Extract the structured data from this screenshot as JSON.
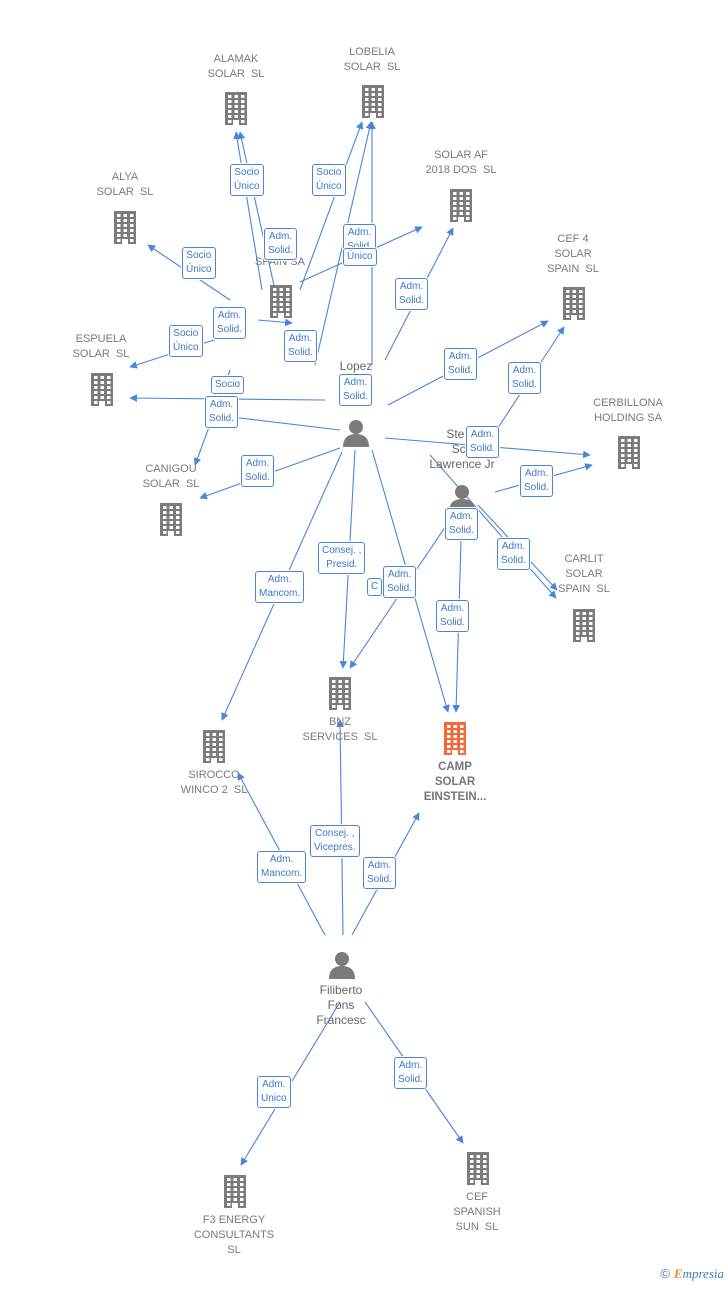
{
  "colors": {
    "edge": "#4a86d8",
    "building": "#7b7b7b",
    "focus": "#f26a3a",
    "person": "#7b7b7b",
    "label_text": "#3d78c9"
  },
  "nodes": [
    {
      "id": "alamak",
      "label": "ALAMAK\nSOLAR  SL",
      "kind": "building-icon"
    },
    {
      "id": "lobelia",
      "label": "LOBELIA\nSOLAR  SL",
      "kind": "building-icon"
    },
    {
      "id": "solaraf",
      "label": "SOLAR AF\n2018 DOS  SL",
      "kind": "building-icon"
    },
    {
      "id": "alya",
      "label": "ALYA\nSOLAR  SL",
      "kind": "building-icon"
    },
    {
      "id": "cef4",
      "label": "CEF 4\nSOLAR\nSPAIN  SL",
      "kind": "building-icon"
    },
    {
      "id": "ener",
      "label": "EN\nSPAIN SA",
      "kind": "building-icon"
    },
    {
      "id": "espuela",
      "label": "ESPUELA\nSOLAR  SL",
      "kind": "building-icon"
    },
    {
      "id": "cerbillona",
      "label": "CERBILLONA\nHOLDING SA",
      "kind": "building-icon"
    },
    {
      "id": "canigou",
      "label": "CANIGOU\nSOLAR  SL",
      "kind": "building-icon"
    },
    {
      "id": "lopez",
      "label": "Lopez\nFra",
      "kind": "person-icon"
    },
    {
      "id": "stephen",
      "label": "Steph\nSco\nLawrence Jr",
      "kind": "person-icon"
    },
    {
      "id": "carlit",
      "label": "CARLIT\nSOLAR\nSPAIN  SL",
      "kind": "building-icon"
    },
    {
      "id": "bnz",
      "label": "BNZ\nSERVICES  SL",
      "kind": "building-icon"
    },
    {
      "id": "camp",
      "label": "CAMP\nSOLAR\nEINSTEIN...",
      "kind": "building-icon"
    },
    {
      "id": "sirocco",
      "label": "SIROCCO\nWINCO 2  SL",
      "kind": "building-icon"
    },
    {
      "id": "filiberto",
      "label": "Filiberto\nFons\nFrancesc",
      "kind": "person-icon"
    },
    {
      "id": "f3",
      "label": "F3 ENERGY\nCONSULTANTS\nSL",
      "kind": "building-icon"
    },
    {
      "id": "cefspanish",
      "label": "CEF\nSPANISH\nSUN  SL",
      "kind": "building-icon"
    }
  ],
  "edge_labels": [
    "Socio\nÚnico",
    "Socio\nÚnico",
    "Adm.\nSolid.",
    "Adm.\nSolid.",
    "Único",
    "Socio\nÚnico",
    "Adm.\nSolid.",
    "Socio\nÚnico",
    "Adm.\nSolid.",
    "Adm.\nSolid.",
    "Socio",
    "Adm.\nSolid.",
    "Adm.\nSolid.",
    "Adm.\nSolid.",
    "Adm.\nSolid.",
    "Adm.\nSolid.",
    "Adm.\nSolid.",
    "Adm.\nSolid.",
    "Consej. ,\nPresid.",
    "Adm.\nMancom.",
    "C",
    "Adm.\nSolid.",
    "Adm.\nSolid.",
    "Adm.\nSolid.",
    "Adm.\nSolid.",
    "Consej. ,\nVicepres.",
    "Adm.\nMancom.",
    "Adm.\nSolid.",
    "Adm.\nUnico",
    "Adm.\nSolid."
  ],
  "brand": {
    "copyright": "©",
    "name_first": "E",
    "name_rest": "mpresia"
  }
}
